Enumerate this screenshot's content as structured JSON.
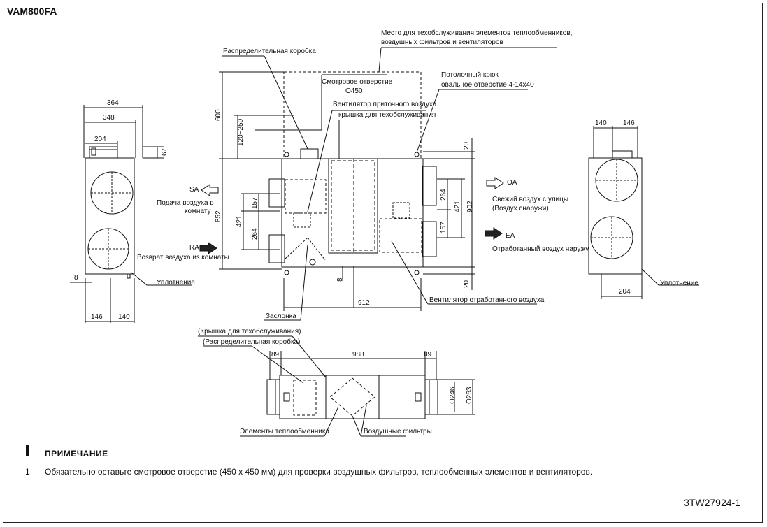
{
  "title": "VAM800FA",
  "labels": {
    "service_space": "Место для техобслуживания элементов теплообменников,",
    "service_space2": "воздушных фильтров и вентиляторов",
    "distribution_box": "Распределительная коробка",
    "inspection_hole": "Смотровое отверстие",
    "inspection_size": "О450",
    "ceiling_hook": "Потолочный крюк",
    "oval_hole": "овальное отверстие 4-14х40",
    "supply_fan": "Вентилятор приточного воздуха",
    "service_cover": "крышка для техобслуживания",
    "sa": "SA",
    "sa_desc1": "Подача воздуха в",
    "sa_desc2": "комнату",
    "ra": "RA",
    "ra_desc": "Возврат воздуха из комнаты",
    "oa": "OA",
    "oa_desc1": "Свежий воздух с улицы",
    "oa_desc2": "(Воздух снаружи)",
    "ea": "EA",
    "ea_desc": "Отработанный воздух наружу",
    "seal_left": "Уплотнение",
    "seal_right": "Уплотнение",
    "exhaust_fan": "Вентилятор отработанного воздуха",
    "damper": "Заслонка",
    "bottom_cover": "(Крышка для техобслуживания)",
    "bottom_box": "(Распределительная коробка)",
    "heat_elements": "Элементы теплообменника",
    "air_filters": "Воздушные фильтры"
  },
  "dims": {
    "d364": "364",
    "d348": "348",
    "d204a": "204",
    "d67": "67",
    "d8a": "8",
    "d146a": "146",
    "d140a": "140",
    "d600": "600",
    "d120_250": "120~250",
    "d852": "852",
    "d157a": "157",
    "d421a": "421",
    "d264a": "264",
    "d8b": "8",
    "d912": "912",
    "d20a": "20",
    "d20b": "20",
    "d264b": "264",
    "d421b": "421",
    "d902": "902",
    "d157b": "157",
    "d140b": "140",
    "d146b": "146",
    "d204b": "204",
    "d89a": "89",
    "d988": "988",
    "d89b": "89",
    "d246": "О246",
    "d263": "О263"
  },
  "note": {
    "heading": "ПРИМЕЧАНИЕ",
    "number": "1",
    "text": "Обязательно оставьте смотровое отверстие (450 x 450 мм) для проверки воздушных фильтров, теплообменных элементов и вентиляторов."
  },
  "doc_code": "3TW27924-1"
}
